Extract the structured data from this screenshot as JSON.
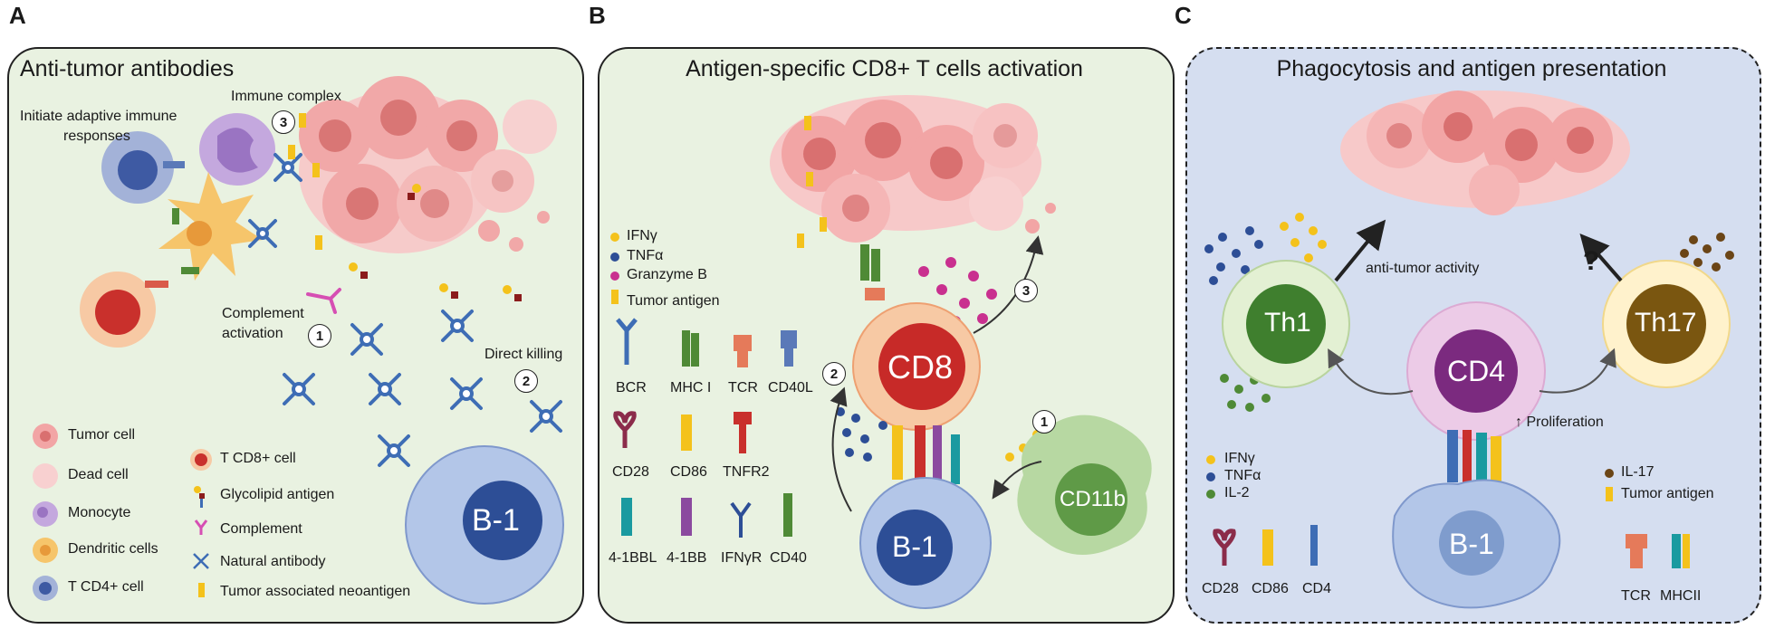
{
  "panels": [
    {
      "letter": "A",
      "title": "Anti-tumor antibodies"
    },
    {
      "letter": "B",
      "title": "Antigen-specific CD8+ T cells activation"
    },
    {
      "letter": "C",
      "title": "Phagocytosis and antigen presentation"
    }
  ],
  "panel_a": {
    "initiate": [
      "Initiate adaptive immune",
      "responses"
    ],
    "immune_complex": "Immune complex",
    "complement": [
      "Complement",
      "activation"
    ],
    "direct_killing": "Direct killing",
    "steps": [
      "1",
      "2",
      "3"
    ],
    "b1": "B-1",
    "legend_left": [
      "Tumor cell",
      "Dead cell",
      "Monocyte",
      "Dendritic cells",
      "T CD4+ cell"
    ],
    "legend_right": [
      "T CD8+ cell",
      "Glycolipid antigen",
      "Complement",
      "Natural antibody",
      "Tumor associated neoantigen"
    ]
  },
  "panel_b": {
    "legend": [
      "IFNγ",
      "TNFα",
      "Granzyme B",
      "Tumor antigen"
    ],
    "receptors": [
      "BCR",
      "MHC I",
      "TCR",
      "CD40L",
      "CD28",
      "CD86",
      "TNFR2",
      "4-1BBL",
      "4-1BB",
      "IFNγR",
      "CD40"
    ],
    "cd8": "CD8",
    "b1": "B-1",
    "cd11b": "CD11b",
    "steps": [
      "1",
      "2",
      "3"
    ]
  },
  "panel_c": {
    "th1": "Th1",
    "th17": "Th17",
    "cd4": "CD4",
    "b1": "B-1",
    "anti_tumor": "anti-tumor activity",
    "question": "?",
    "proliferation": "↑ Proliferation",
    "legend_left": [
      "IFNγ",
      "TNFα",
      "IL-2"
    ],
    "legend_right": [
      "IL-17",
      "Tumor antigen"
    ],
    "receptors_left": [
      "CD28",
      "CD86",
      "CD4"
    ],
    "receptors_right": [
      "TCR",
      "MHCII"
    ]
  },
  "colors": {
    "panel_a_bg": "#e9f2e1",
    "panel_b_bg": "#e9f2e1",
    "panel_c_bg": "#d5def0",
    "tumor": "#f2a5a5",
    "b1_light": "#b3c6e8",
    "b1_dark": "#2d4e96",
    "cd8": "#c72a28",
    "th1": "#3f7f2e",
    "th17": "#7a5610",
    "cd4": "#7b2a7f",
    "cd11b": "#5f9a47",
    "ifng": "#f4c21b",
    "tnfa": "#2d4e96",
    "granzyme": "#c9308f",
    "il2": "#4f8a36",
    "il17": "#6b4516"
  }
}
